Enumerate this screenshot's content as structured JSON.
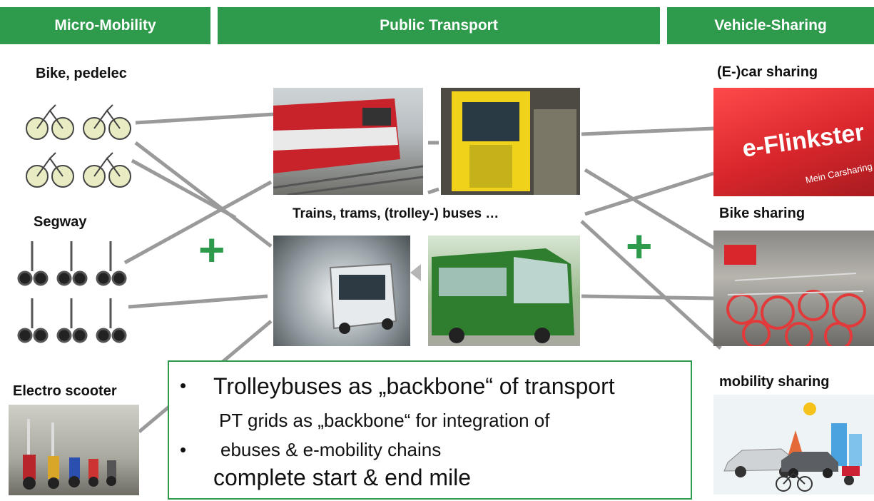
{
  "headers": {
    "micro": "Micro-Mobility",
    "public": "Public Transport",
    "sharing": "Vehicle-Sharing"
  },
  "labels": {
    "bike": "Bike, pedelec",
    "segway": "Segway",
    "scooter": "Electro scooter",
    "trains": "Trains, trams, (trolley-) buses …",
    "carsharing": "(E-)car sharing",
    "bikesharing": "Bike sharing",
    "mobilitysharing": "mobility sharing"
  },
  "plus": "+",
  "logo": {
    "text": "e-Flinkster",
    "sub": "Mein Carsharing"
  },
  "callout": {
    "line1": "Trolleybuses as „backbone“ of transport",
    "line2": "PT grids as „backbone“ for integration of",
    "line3": "ebuses & e-mobility chains",
    "line4": "complete start & end mile",
    "bullet": "•"
  },
  "colors": {
    "accent": "#2e9a4c",
    "line": "#9a9a9a",
    "red": "#d8262c",
    "yellow": "#f1d21b"
  }
}
